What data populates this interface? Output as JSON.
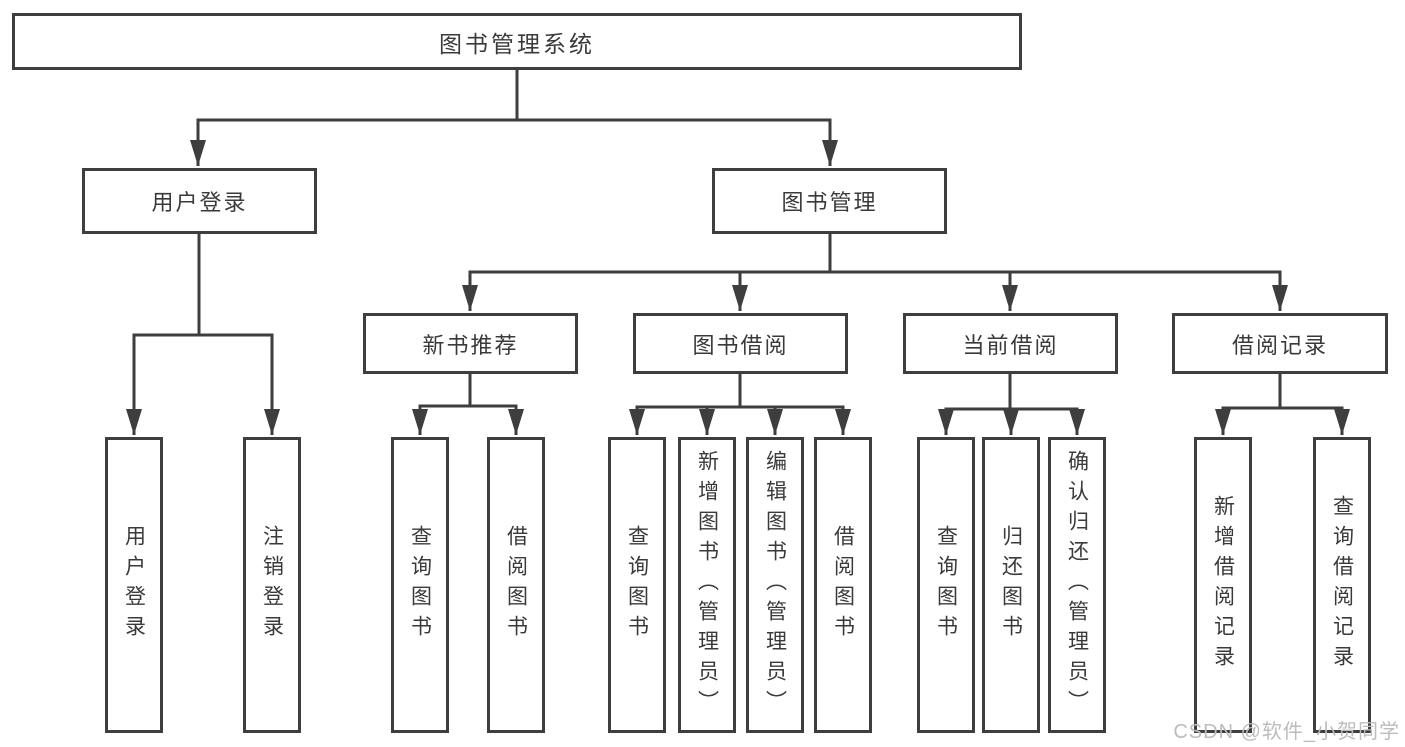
{
  "tree": {
    "label": "图书管理系统",
    "children": [
      {
        "label": "用户登录",
        "children": [
          {
            "label": "用户登录"
          },
          {
            "label": "注销登录"
          }
        ]
      },
      {
        "label": "图书管理",
        "children": [
          {
            "label": "新书推荐",
            "children": [
              {
                "label": "查询图书"
              },
              {
                "label": "借阅图书"
              }
            ]
          },
          {
            "label": "图书借阅",
            "children": [
              {
                "label": "查询图书"
              },
              {
                "label": "新增图书（管理员）"
              },
              {
                "label": "编辑图书（管理员）"
              },
              {
                "label": "借阅图书"
              }
            ]
          },
          {
            "label": "当前借阅",
            "children": [
              {
                "label": "查询图书"
              },
              {
                "label": "归还图书"
              },
              {
                "label": "确认归还（管理员）"
              }
            ]
          },
          {
            "label": "借阅记录",
            "children": [
              {
                "label": "新增借阅记录"
              },
              {
                "label": "查询借阅记录"
              }
            ]
          }
        ]
      }
    ]
  },
  "watermark": {
    "text": "CSDN @软件_小贺同学"
  },
  "colors": {
    "line": "#3e3e3e",
    "text": "#3a3a3a",
    "box_fill": "#ffffff",
    "watermark": "#bcbcbc",
    "background": "#ffffff"
  }
}
